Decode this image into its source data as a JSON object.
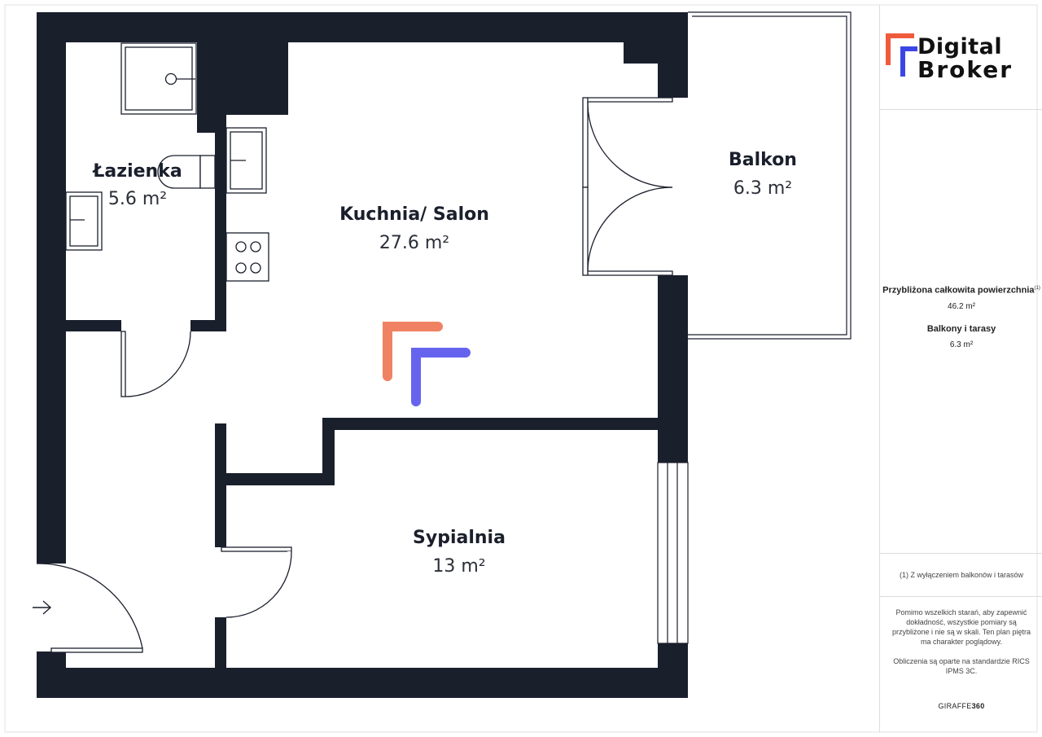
{
  "colors": {
    "wall": "#1a1f2c",
    "accent_orange": "#f08264",
    "accent_blue": "#6664ee",
    "logo_orange": "#f05a3c",
    "logo_blue": "#3c46e6"
  },
  "rooms": {
    "bathroom": {
      "name": "Łazienka",
      "area": "5.6 m²"
    },
    "kitchen_living": {
      "name": "Kuchnia/ Salon",
      "area": "27.6 m²"
    },
    "balcony": {
      "name": "Balkon",
      "area": "6.3 m²"
    },
    "bedroom": {
      "name": "Sypialnia",
      "area": "13 m²"
    }
  },
  "entrance": {
    "icon": "entrance-arrow-icon"
  },
  "brand": {
    "line1": "Digital",
    "line2": "Broker",
    "icon": "digital-broker-logo-icon"
  },
  "summary": {
    "total_label": "Przybliżona całkowita powierzchnia",
    "total_marker": "(1)",
    "total_value": "46.2 m²",
    "balcony_label": "Balkony i tarasy",
    "balcony_value": "6.3 m²"
  },
  "footnote": "(1) Z wyłączeniem balkonów i tarasów",
  "disclaimer": {
    "line1": "Pomimo wszelkich starań, aby zapewnić dokładność, wszystkie pomiary są przybliżone i nie są w skali. Ten plan piętra ma charakter poglądowy.",
    "line2": "Obliczenia są oparte na standardzie RICS IPMS 3C."
  },
  "credit": {
    "prefix": "GIRAFFE",
    "suffix": "360"
  }
}
